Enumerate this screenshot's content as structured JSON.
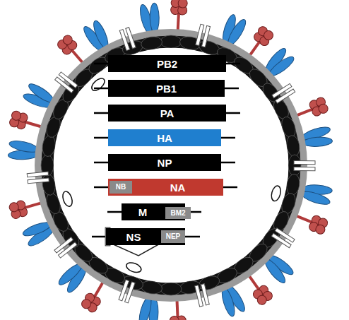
{
  "diagram": {
    "nodes": [
      {
        "text": [
          "PB2"
        ]
      },
      {
        "text": [
          "PB1"
        ]
      },
      {
        "text": [
          "PA"
        ]
      },
      {
        "text": [
          "HA"
        ]
      },
      {
        "text": [
          "NP"
        ]
      },
      {
        "text": [
          "NA"
        ]
      },
      {
        "text": [
          "NB"
        ],
        "in": 5
      },
      {
        "text": [
          "M"
        ]
      },
      {
        "text": [
          "BM2"
        ],
        "in": 7
      },
      {
        "text": [
          "NS"
        ]
      },
      {
        "text": [
          "NEP"
        ],
        "in": 9
      }
    ]
  }
}
